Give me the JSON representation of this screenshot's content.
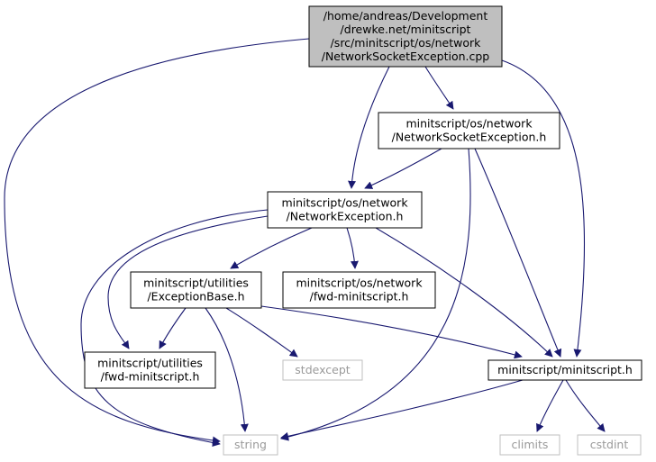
{
  "colors": {
    "edge": "#191970",
    "root_fill": "#bfbfbf",
    "node_border": "#000000",
    "system_border": "#bfbfbf",
    "system_text": "#9a9a9a",
    "background": "#ffffff"
  },
  "nodes": {
    "root": {
      "lines": [
        "/home/andreas/Development",
        "/drewke.net/minitscript",
        "/src/minitscript/os/network",
        "/NetworkSocketException.cpp"
      ],
      "kind": "root"
    },
    "network_socket_exception_h": {
      "lines": [
        "minitscript/os/network",
        "/NetworkSocketException.h"
      ],
      "kind": "local"
    },
    "network_exception_h": {
      "lines": [
        "minitscript/os/network",
        "/NetworkException.h"
      ],
      "kind": "local"
    },
    "exception_base_h": {
      "lines": [
        "minitscript/utilities",
        "/ExceptionBase.h"
      ],
      "kind": "local"
    },
    "network_fwd_h": {
      "lines": [
        "minitscript/os/network",
        "/fwd-minitscript.h"
      ],
      "kind": "local"
    },
    "utilities_fwd_h": {
      "lines": [
        "minitscript/utilities",
        "/fwd-minitscript.h"
      ],
      "kind": "local"
    },
    "minitscript_h": {
      "lines": [
        "minitscript/minitscript.h"
      ],
      "kind": "local"
    },
    "stdexcept": {
      "lines": [
        "stdexcept"
      ],
      "kind": "system"
    },
    "string": {
      "lines": [
        "string"
      ],
      "kind": "system"
    },
    "climits": {
      "lines": [
        "climits"
      ],
      "kind": "system"
    },
    "cstdint": {
      "lines": [
        "cstdint"
      ],
      "kind": "system"
    }
  },
  "edges": [
    {
      "from": "root",
      "to": "string"
    },
    {
      "from": "root",
      "to": "network_exception_h"
    },
    {
      "from": "root",
      "to": "network_socket_exception_h"
    },
    {
      "from": "root",
      "to": "minitscript_h"
    },
    {
      "from": "network_socket_exception_h",
      "to": "network_exception_h"
    },
    {
      "from": "network_socket_exception_h",
      "to": "string"
    },
    {
      "from": "network_socket_exception_h",
      "to": "minitscript_h"
    },
    {
      "from": "network_exception_h",
      "to": "string"
    },
    {
      "from": "network_exception_h",
      "to": "utilities_fwd_h"
    },
    {
      "from": "network_exception_h",
      "to": "exception_base_h"
    },
    {
      "from": "network_exception_h",
      "to": "network_fwd_h"
    },
    {
      "from": "network_exception_h",
      "to": "minitscript_h"
    },
    {
      "from": "exception_base_h",
      "to": "utilities_fwd_h"
    },
    {
      "from": "exception_base_h",
      "to": "string"
    },
    {
      "from": "exception_base_h",
      "to": "stdexcept"
    },
    {
      "from": "exception_base_h",
      "to": "minitscript_h"
    },
    {
      "from": "minitscript_h",
      "to": "string"
    },
    {
      "from": "minitscript_h",
      "to": "climits"
    },
    {
      "from": "minitscript_h",
      "to": "cstdint"
    }
  ]
}
